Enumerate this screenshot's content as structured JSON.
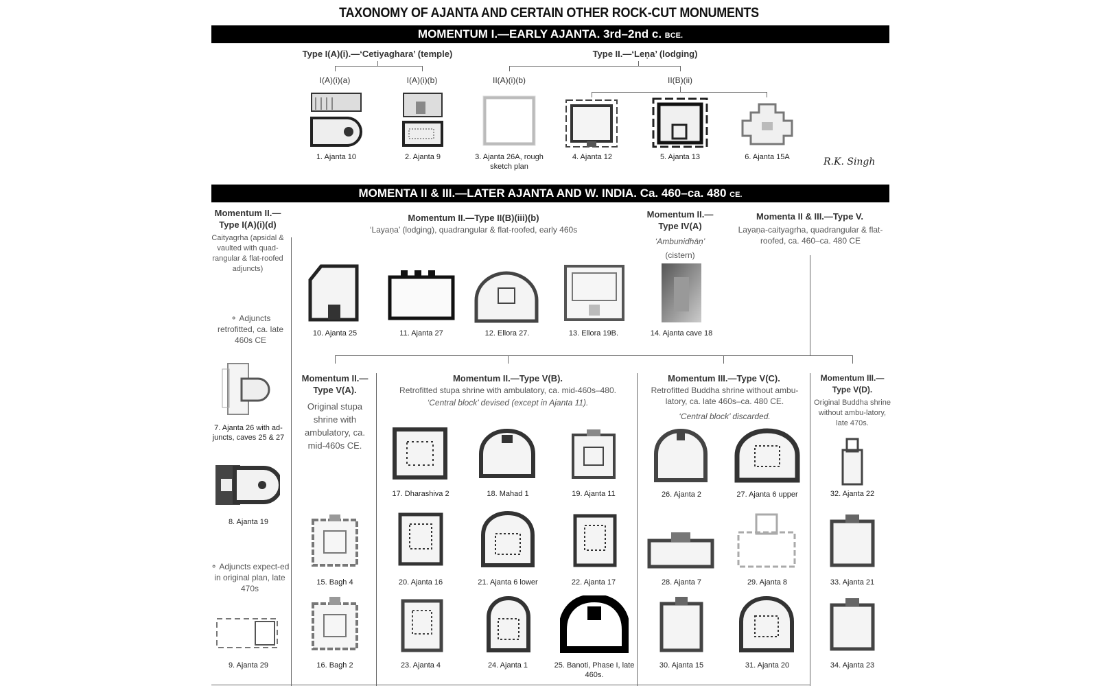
{
  "title": "TAXONOMY OF AJANTA AND CERTAIN OTHER ROCK-CUT MONUMENTS",
  "band1": {
    "main": "MOMENTUM I.—EARLY AJANTA. 3rd–2nd c. ",
    "suffix": "BCE."
  },
  "band2": {
    "main": "MOMENTA II & III.—LATER AJANTA AND W. INDIA. Ca. 460–ca. 480 ",
    "suffix": "CE."
  },
  "typeI": "Type I(A)(i).—‘Cetiyaghara’ (temple)",
  "typeII": "Type II.—‘Leṇa’ (lodging)",
  "sub_labels": [
    "I(A)(i)(a)",
    "I(A)(i)(b)",
    "II(A)(i)(b)",
    "II(B)(ii)"
  ],
  "signature": "R.K. Singh",
  "m1_captions": [
    "1. Ajanta 10",
    "2. Ajanta 9",
    "3. Ajanta 26A, rough sketch plan",
    "4. Ajanta 12",
    "5. Ajanta 13",
    "6. Ajanta 15A"
  ],
  "col_left": {
    "head": "Momentum II.— Type I(A)(i)(d)",
    "desc": "Caityagrha (apsidal & vaulted with quad-rangular & flat-roofed adjuncts)",
    "note1": "⚬ Adjuncts retrofitted, ca. late 460s CE",
    "cap7": "7. Ajanta 26 with ad-juncts, caves 25 & 27",
    "cap8": "8. Ajanta 19",
    "note2": "⚬ Adjuncts expect-ed in original plan, late 470s",
    "cap9": "9. Ajanta 29"
  },
  "col_mid": {
    "head": "Momentum II.—Type II(B)(iii)(b)",
    "desc": "‘Layaṇa’ (lodging), quadrangular & flat-roofed, early 460s",
    "captions": [
      "10. Ajanta 25",
      "11. Ajanta 27",
      "12. Ellora 27.",
      "13. Ellora 19B."
    ]
  },
  "col_cistern": {
    "head": "Momentum II.— Type IV(A)",
    "desc1": "‘Ambunidhāṇ’",
    "desc2": "(cistern)",
    "cap": "14. Ajanta cave 18"
  },
  "col_v": {
    "head": "Momenta II & III.—Type V.",
    "desc": "Layaṇa-caityagrha, quadrangular & flat-roofed, ca. 460–ca. 480 CE"
  },
  "va": {
    "head": "Momentum II.— Type V(A).",
    "desc": "Original stupa shrine with ambulatory, ca. mid-460s CE.",
    "captions": [
      "15. Bagh 4",
      "16. Bagh 2"
    ]
  },
  "vb": {
    "head": "Momentum II.—Type V(B).",
    "desc1": "Retrofitted stupa shrine with ambulatory, ca. mid-460s–480.",
    "desc2": "‘Central block’ devised (except in Ajanta 11).",
    "captions": [
      "17. Dharashiva 2",
      "18. Mahad 1",
      "19. Ajanta 11",
      "20. Ajanta 16",
      "21. Ajanta 6 lower",
      "22. Ajanta 17",
      "23. Ajanta 4",
      "24. Ajanta 1",
      "25. Banoti, Phase I, late 460s."
    ]
  },
  "vc": {
    "head": "Momentum III.—Type V(C).",
    "desc1": "Retrofitted Buddha shrine without ambu-latory, ca. late 460s–ca. 480 CE.",
    "desc2": "‘Central block’ discarded.",
    "captions": [
      "26. Ajanta 2",
      "27. Ajanta 6 upper",
      "28. Ajanta 7",
      "29. Ajanta 8",
      "30. Ajanta 15",
      "31. Ajanta 20"
    ]
  },
  "vd": {
    "head": "Momentum III.— Type V(D).",
    "desc": "Original Buddha shrine without ambu-latory, late 470s.",
    "captions": [
      "32. Ajanta 22",
      "33. Ajanta 21",
      "34. Ajanta 23"
    ]
  }
}
